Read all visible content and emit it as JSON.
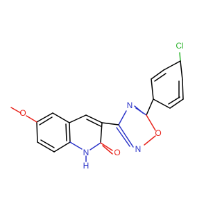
{
  "atoms": {
    "chlorine": "Cl",
    "oxadiazole_n4": "N",
    "oxadiazole_o1": "O",
    "oxadiazole_n2": "N",
    "methoxy_o": "O",
    "quinolinone_nh": "H",
    "quinolinone_n": "N",
    "carbonyl_o": "O"
  },
  "colors": {
    "carbon_bond": "#000000",
    "nitrogen": "#2b34c8",
    "oxygen": "#e8231b",
    "chlorine": "#2fb52f",
    "background": "#ffffff"
  }
}
